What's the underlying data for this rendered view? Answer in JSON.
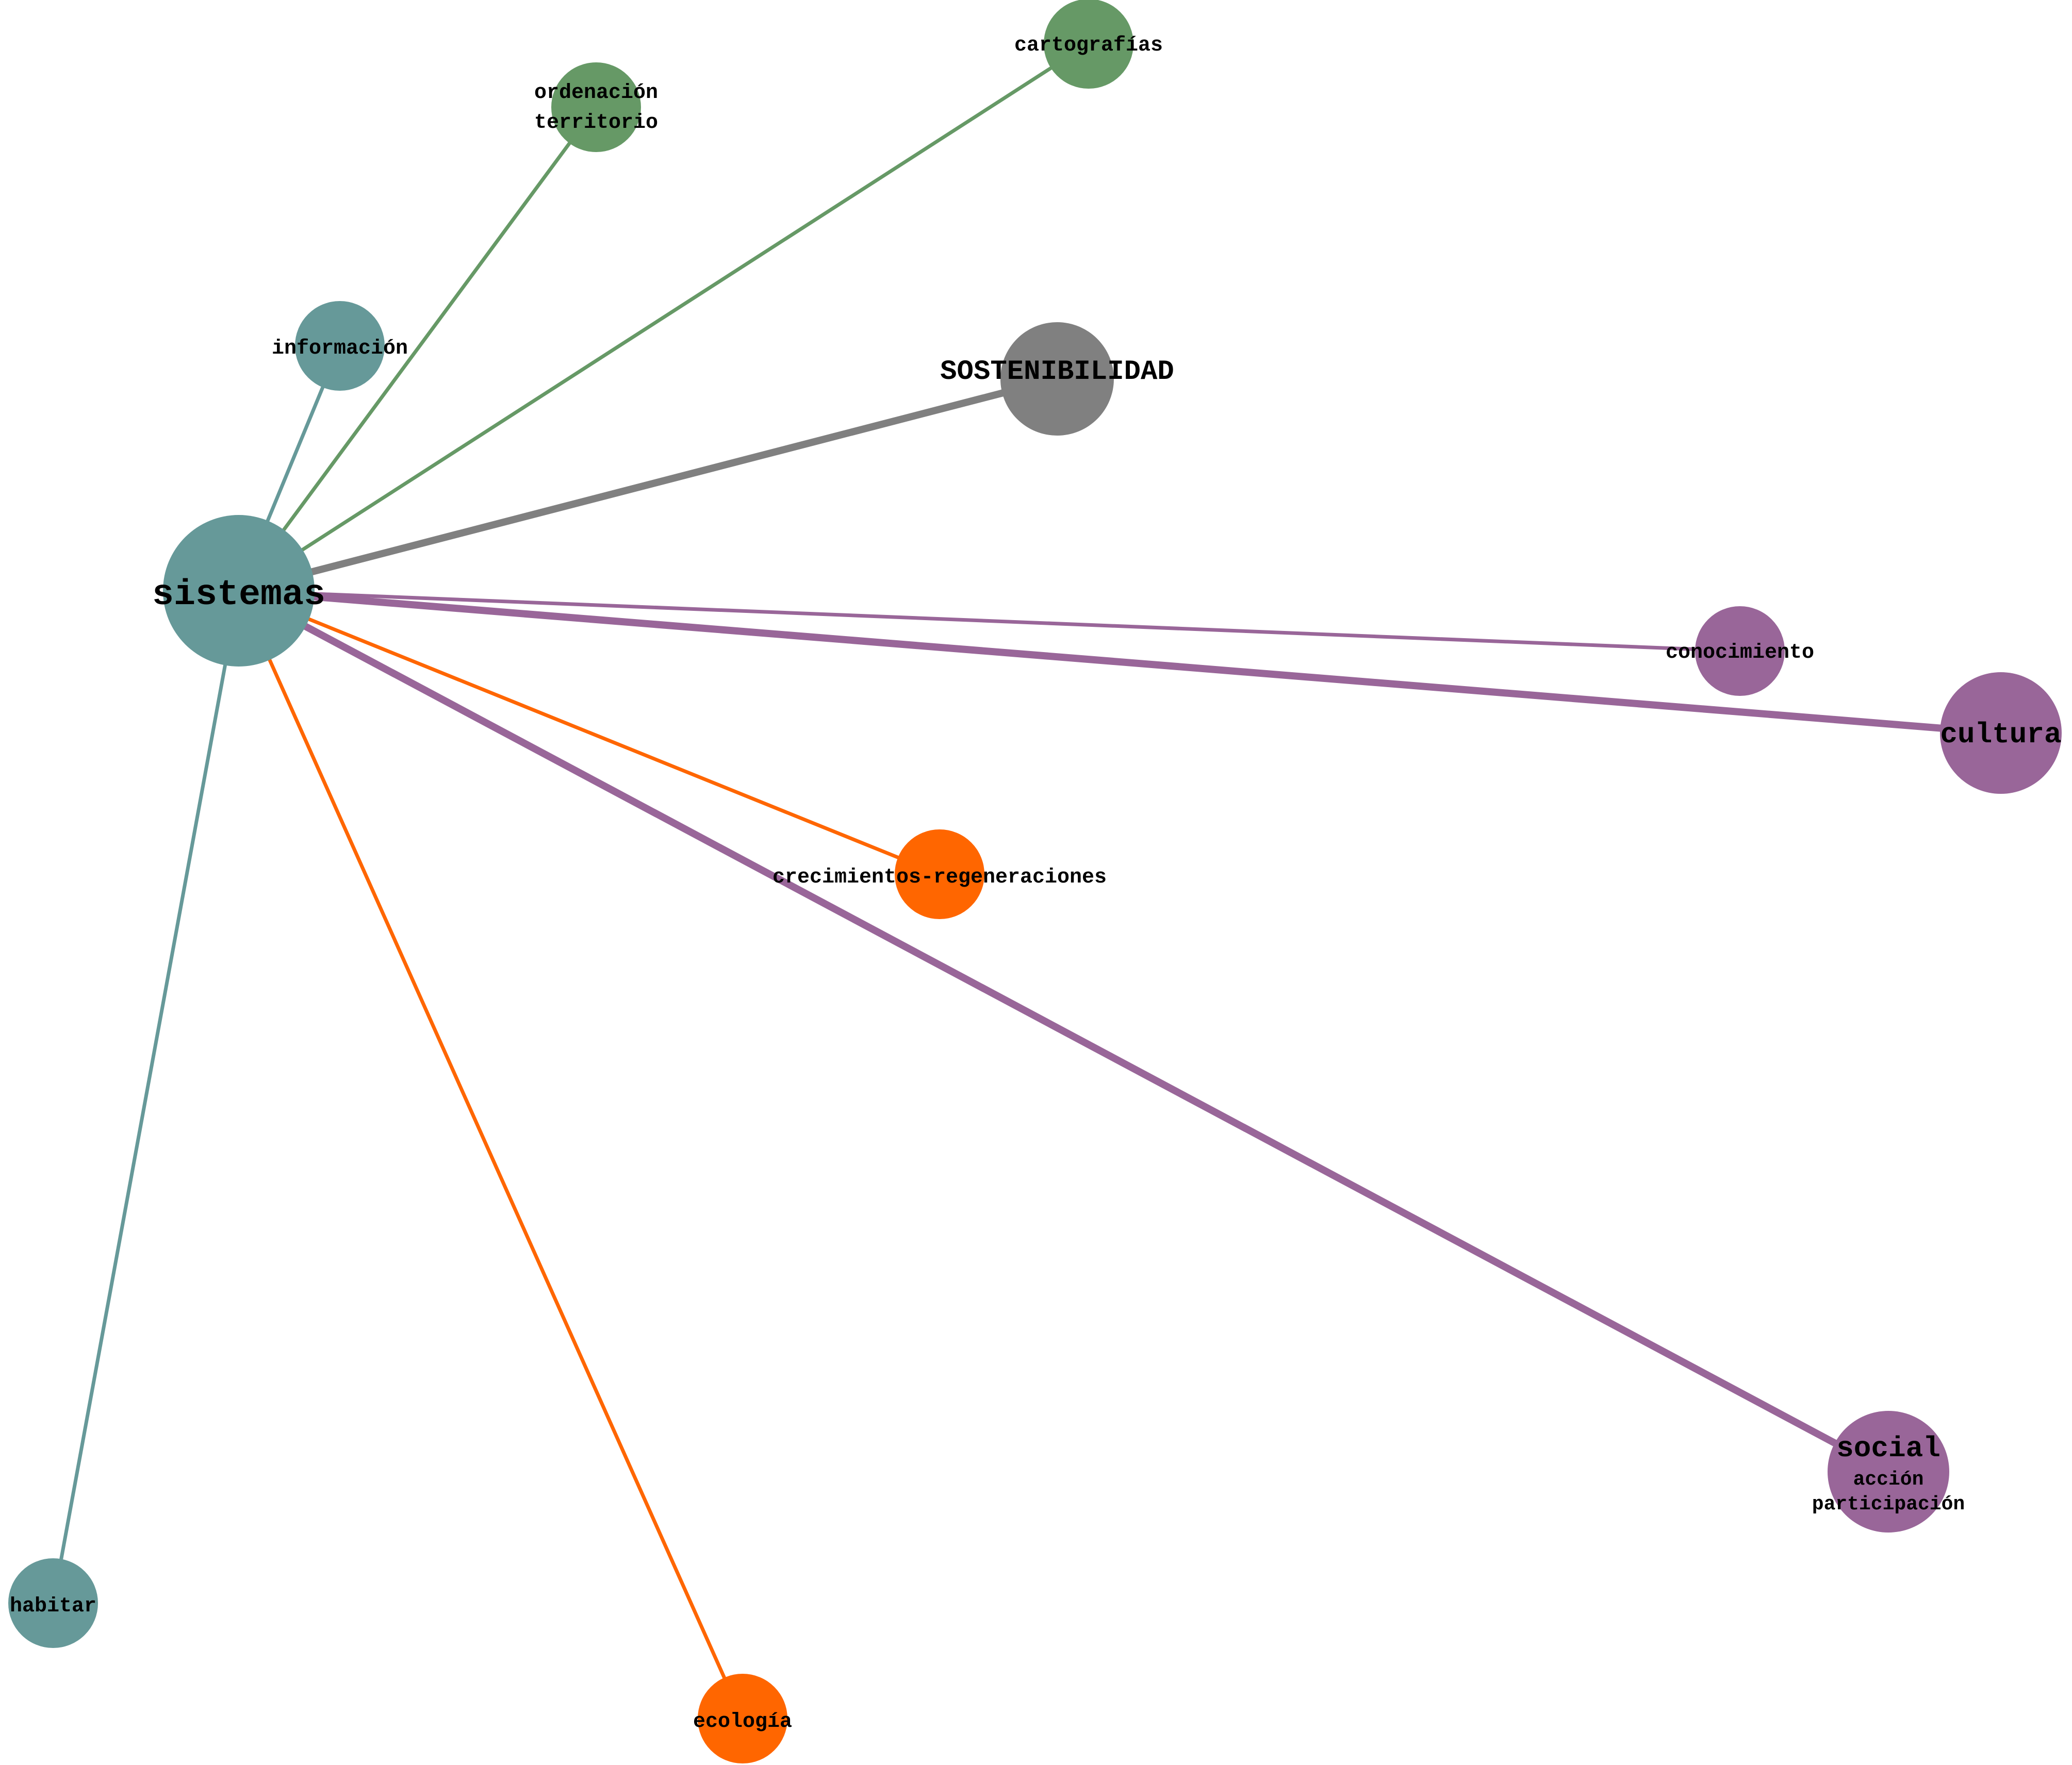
{
  "colors": {
    "teal": "#669999",
    "green": "#669966",
    "grey": "#808080",
    "purple": "#996699",
    "orange": "#ff6600"
  },
  "nodes": [
    {
      "id": "sistemas",
      "label": "sistemas",
      "sub": [],
      "color": "#669999"
    },
    {
      "id": "informacion",
      "label": "información",
      "sub": [],
      "color": "#669999"
    },
    {
      "id": "ordenacion",
      "label": "ordenación",
      "sub": [
        "territorio"
      ],
      "color": "#669966"
    },
    {
      "id": "cartografias",
      "label": "cartografías",
      "sub": [],
      "color": "#669966"
    },
    {
      "id": "sostenibilidad",
      "label": "SOSTENIBILIDAD",
      "sub": [],
      "color": "#808080"
    },
    {
      "id": "conocimiento",
      "label": "conocimiento",
      "sub": [],
      "color": "#996699"
    },
    {
      "id": "cultura",
      "label": "cultura",
      "sub": [],
      "color": "#996699"
    },
    {
      "id": "crecimientos",
      "label": "crecimientos-regeneraciones",
      "sub": [],
      "color": "#ff6600"
    },
    {
      "id": "social",
      "label": "social",
      "sub": [
        "acción",
        "participación"
      ],
      "color": "#996699"
    },
    {
      "id": "habitar",
      "label": "habitar",
      "sub": [],
      "color": "#669999"
    },
    {
      "id": "ecologia",
      "label": "ecología",
      "sub": [],
      "color": "#ff6600"
    }
  ],
  "edges": [
    {
      "from": "sistemas",
      "to": "informacion",
      "color": "#669999",
      "weight": 1
    },
    {
      "from": "sistemas",
      "to": "ordenacion",
      "color": "#669966",
      "weight": 1
    },
    {
      "from": "sistemas",
      "to": "cartografias",
      "color": "#669966",
      "weight": 1
    },
    {
      "from": "sistemas",
      "to": "sostenibilidad",
      "color": "#808080",
      "weight": 2
    },
    {
      "from": "sistemas",
      "to": "conocimiento",
      "color": "#996699",
      "weight": 1
    },
    {
      "from": "sistemas",
      "to": "cultura",
      "color": "#996699",
      "weight": 2
    },
    {
      "from": "sistemas",
      "to": "crecimientos",
      "color": "#ff6600",
      "weight": 1
    },
    {
      "from": "sistemas",
      "to": "social",
      "color": "#996699",
      "weight": 2
    },
    {
      "from": "sistemas",
      "to": "habitar",
      "color": "#669999",
      "weight": 1
    },
    {
      "from": "sistemas",
      "to": "ecologia",
      "color": "#ff6600",
      "weight": 1
    }
  ]
}
